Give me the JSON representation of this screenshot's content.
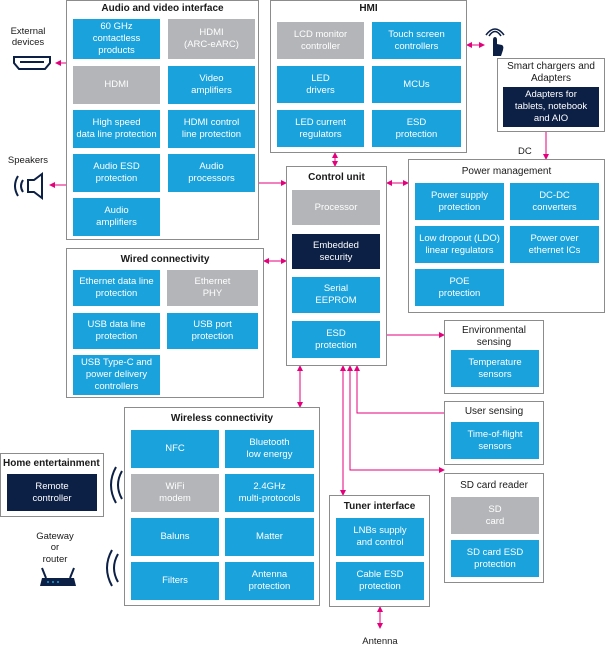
{
  "colors": {
    "blue": "#1aa2dc",
    "grey": "#b3b5b8",
    "navy": "#0c1f45",
    "arrow": "#e4007c",
    "border": "#8c8c8c"
  },
  "external": {
    "external_devices": "External\ndevices",
    "speakers": "Speakers",
    "antenna": "Antenna",
    "gateway": "Gateway\nor\nrouter",
    "dc": "DC"
  },
  "av": {
    "title": "Audio and video interface",
    "b1": "60 GHz\ncontactless\nproducts",
    "b2": "HDMI\n(ARC-eARC)",
    "b3": "HDMI",
    "b4": "Video\namplifiers",
    "b5": "High speed\ndata line protection",
    "b6": "HDMI control\nline protection",
    "b7": "Audio ESD\nprotection",
    "b8": "Audio\nprocessors",
    "b9": "Audio\namplifiers"
  },
  "hmi": {
    "title": "HMI",
    "b1": "LCD monitor\ncontroller",
    "b2": "Touch screen\ncontrollers",
    "b3": "LED\ndrivers",
    "b4": "MCUs",
    "b5": "LED current\nregulators",
    "b6": "ESD\nprotection"
  },
  "smart": {
    "title": "Smart chargers\nand Adapters",
    "b1": "Adapters for\ntablets, notebook\nand AIO"
  },
  "control": {
    "title": "Control unit",
    "b1": "Processor",
    "b2": "Embedded\nsecurity",
    "b3": "Serial\nEEPROM",
    "b4": "ESD\nprotection"
  },
  "power": {
    "title": "Power management",
    "b1": "Power supply\nprotection",
    "b2": "DC-DC\nconverters",
    "b3": "Low dropout (LDO)\nlinear regulators",
    "b4": "Power over\nethernet ICs",
    "b5": "POE\nprotection"
  },
  "wired": {
    "title": "Wired connectivity",
    "b1": "Ethernet data line\nprotection",
    "b2": "Ethernet\nPHY",
    "b3": "USB data line\nprotection",
    "b4": "USB port\nprotection",
    "b5": "USB Type-C and\npower delivery\ncontrollers"
  },
  "env": {
    "title": "Environmental\nsensing",
    "b1": "Temperature\nsensors"
  },
  "user": {
    "title": "User sensing",
    "b1": "Time-of-flight\nsensors"
  },
  "sd": {
    "title": "SD card reader",
    "b1": "SD\ncard",
    "b2": "SD card ESD\nprotection"
  },
  "wireless": {
    "title": "Wireless connectivity",
    "b1": "NFC",
    "b2": "Bluetooth\nlow energy",
    "b3": "WiFi\nmodem",
    "b4": "2.4GHz\nmulti-protocols",
    "b5": "Baluns",
    "b6": "Matter",
    "b7": "Filters",
    "b8": "Antenna\nprotection"
  },
  "home": {
    "title": "Home entertainment",
    "b1": "Remote\ncontroller"
  },
  "tuner": {
    "title": "Tuner interface",
    "b1": "LNBs supply\nand control",
    "b2": "Cable ESD\nprotection"
  }
}
